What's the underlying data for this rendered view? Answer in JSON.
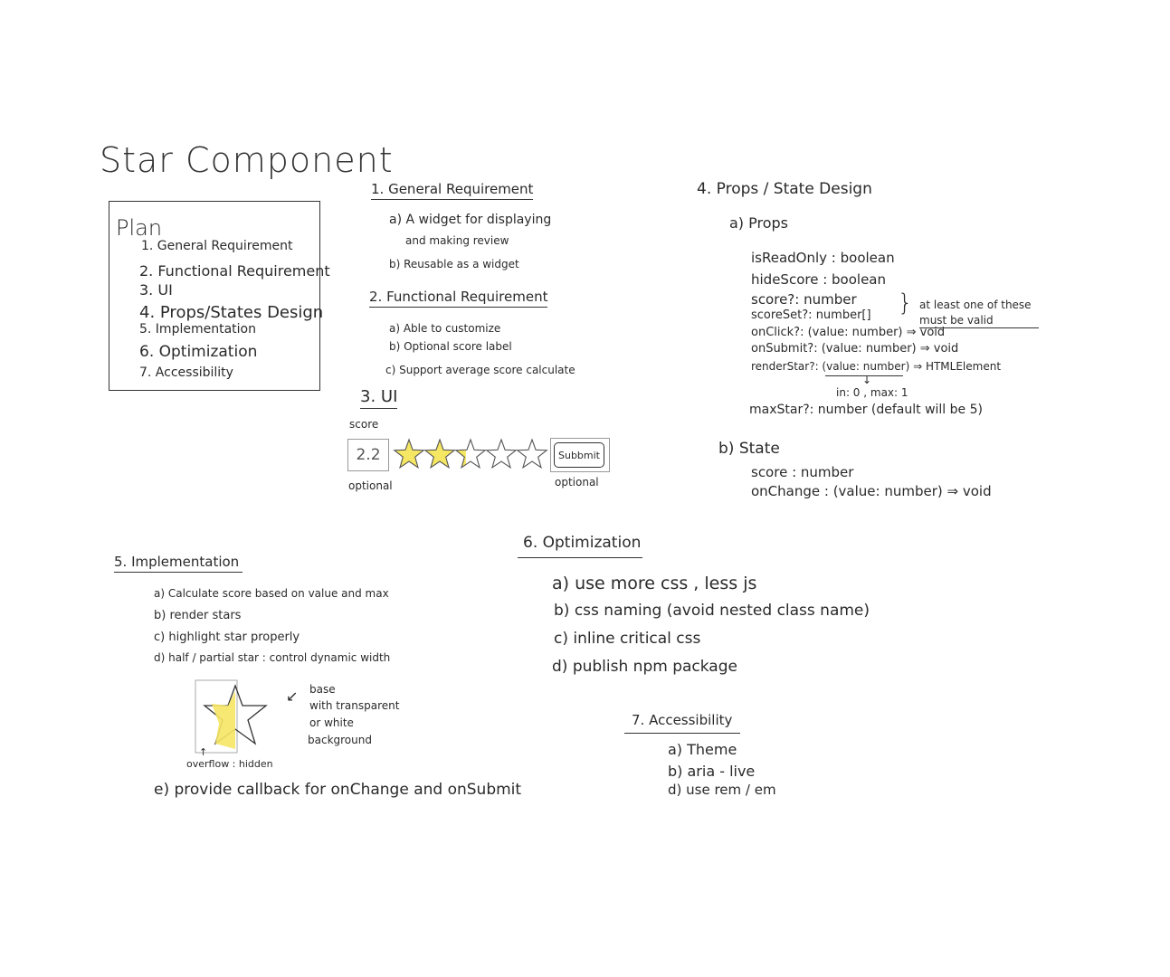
{
  "title": "Star Component",
  "plan": {
    "heading": "Plan",
    "items": [
      "1. General Requirement",
      "2. Functional Requirement",
      "3. UI",
      "4. Props/States Design",
      "5. Implementation",
      "6. Optimization",
      "7. Accessibility"
    ]
  },
  "general": {
    "heading": "1. General Requirement",
    "items": [
      "a) A widget for displaying",
      "and making review",
      "b) Reusable as a widget"
    ]
  },
  "functional": {
    "heading": "2. Functional Requirement",
    "items": [
      "a) Able to customize",
      "b) Optional score label",
      "c) Support average score calculate"
    ]
  },
  "ui": {
    "heading": "3. UI",
    "score_caption": "score",
    "score_value": "2.2",
    "score_note": "optional",
    "submit_label": "Subbmit",
    "submit_note": "optional",
    "rating": 2.2,
    "max_stars": 5,
    "fill_color": "#f5e663"
  },
  "props_design": {
    "heading": "4. Props / State Design",
    "props_heading": "a) Props",
    "props": [
      "isReadOnly : boolean",
      "hideScore : boolean",
      "score?: number",
      "scoreSet?: number[]",
      "onClick?: (value: number) ⇒ void",
      "onSubmit?: (value: number) ⇒ void",
      "renderStar?: (value: number) ⇒ HTMLElement",
      "maxStar?: number (default will be 5)"
    ],
    "brace_note_1": "at least one of these",
    "brace_note_2": "must be valid",
    "range_note": "in: 0 , max: 1",
    "state_heading": "b) State",
    "state": [
      "score : number",
      "onChange : (value: number) ⇒ void"
    ]
  },
  "implementation": {
    "heading": "5. Implementation",
    "items": [
      "a) Calculate score based on value and max",
      "b) render stars",
      "c) highlight star properly",
      "d) half / partial star : control dynamic width"
    ],
    "base_note": [
      "base",
      "with transparent",
      "or white",
      "background"
    ],
    "overflow_note": "overflow : hidden",
    "last_item": "e) provide callback for onChange and onSubmit"
  },
  "optimization": {
    "heading": "6. Optimization",
    "items": [
      "a) use more css , less js",
      "b) css naming (avoid nested class name)",
      "c) inline critical css",
      "d) publish npm package"
    ]
  },
  "accessibility": {
    "heading": "7. Accessibility",
    "items": [
      "a) Theme",
      "b) aria - live",
      "d) use rem / em"
    ]
  }
}
